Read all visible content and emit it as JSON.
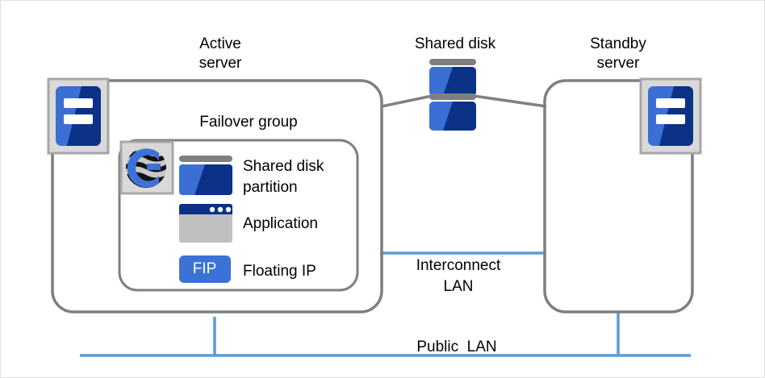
{
  "diagram": {
    "title": "ExpressCluster shared disk HA configuration",
    "colors": {
      "box_border": "#7f7f7f",
      "icon_frame_fill": "#d9d9d9",
      "icon_frame_border": "#a6a6a6",
      "blue_light": "#3b6fd4",
      "blue_dark": "#0b3287",
      "blue_accent": "#3c72d7",
      "gray_bar": "#7f7f7f",
      "gray_window": "#c0c0c0",
      "navy_titlebar": "#0b3287",
      "lan_line": "#5b9bd5",
      "connector_line": "#808080",
      "text": "#000000",
      "page_border": "#e2e2e2"
    },
    "labels": {
      "active_server": "Active\nserver",
      "shared_disk": "Shared disk",
      "standby_server": "Standby\nserver",
      "failover_group": "Failover group",
      "shared_disk_partition": "Shared disk\npartition",
      "application": "Application",
      "floating_ip": "Floating IP",
      "fip_badge": "FIP",
      "interconnect_lan": "Interconnect\nLAN",
      "public_lan": "Public  LAN"
    },
    "icons": {
      "active_server_icon": "server-icon",
      "standby_server_icon": "server-icon",
      "shared_disk_icon": "disk-stack-icon",
      "cluster_logo": "expresscluster-logo-icon",
      "partition_icon": "disk-partition-icon",
      "application_icon": "application-window-icon",
      "fip_icon": "floating-ip-badge-icon"
    },
    "resources": [
      {
        "name": "Shared disk\npartition",
        "icon": "disk-partition-icon"
      },
      {
        "name": "Application",
        "icon": "application-window-icon"
      },
      {
        "name": "Floating IP",
        "icon": "floating-ip-badge-icon",
        "badge": "FIP"
      }
    ],
    "nodes": [
      {
        "id": "active",
        "label": "Active\nserver"
      },
      {
        "id": "shared-disk",
        "label": "Shared disk"
      },
      {
        "id": "standby",
        "label": "Standby\nserver"
      }
    ],
    "networks": [
      {
        "id": "interconnect",
        "label": "Interconnect\nLAN"
      },
      {
        "id": "public",
        "label": "Public  LAN"
      }
    ]
  }
}
